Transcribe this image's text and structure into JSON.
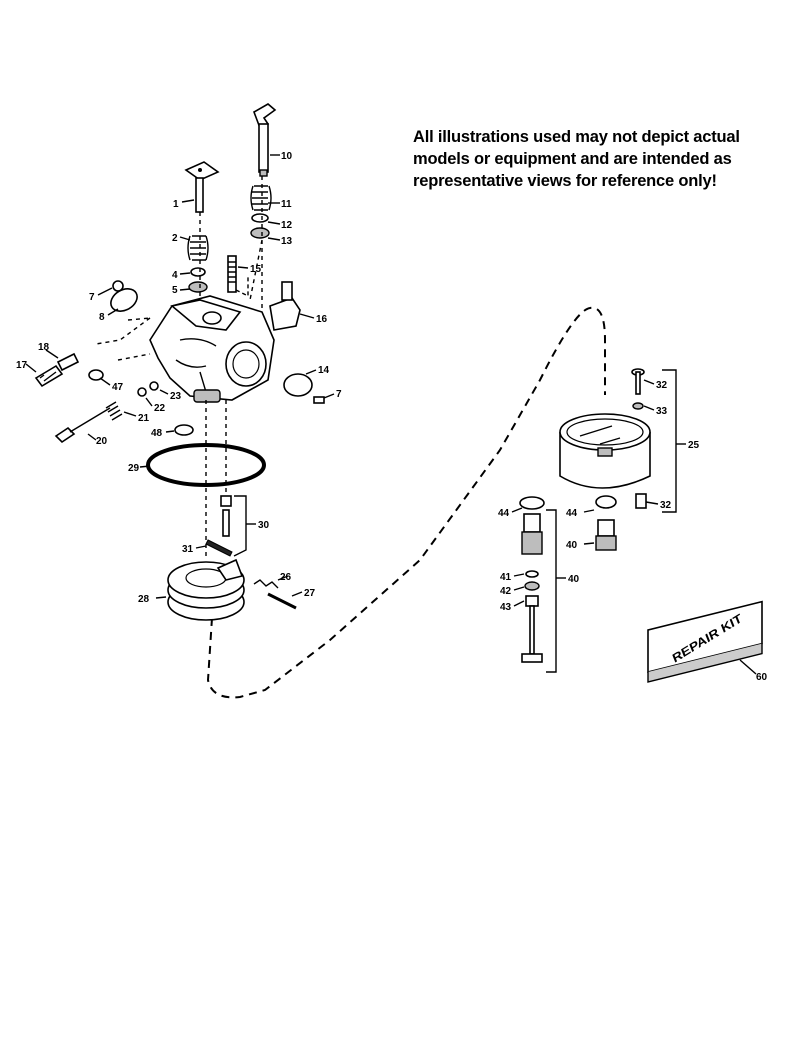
{
  "disclaimer": {
    "line1": "All illustrations used may not depict actual",
    "line2": "models or equipment and are intended as",
    "line3": "representative views for reference only!"
  },
  "repair_kit": {
    "label": "REPAIR KIT",
    "part_no": "60"
  },
  "callouts": {
    "c1": "1",
    "c2": "2",
    "c4": "4",
    "c5": "5",
    "c7a": "7",
    "c7b": "7",
    "c8": "8",
    "c10": "10",
    "c11": "11",
    "c12": "12",
    "c13": "13",
    "c14": "14",
    "c15": "15",
    "c16": "16",
    "c17": "17",
    "c18": "18",
    "c20": "20",
    "c21": "21",
    "c22": "22",
    "c23": "23",
    "c26": "26",
    "c27": "27",
    "c28": "28",
    "c29": "29",
    "c30": "30",
    "c31": "31",
    "c47": "47",
    "c48": "48",
    "c25": "25",
    "c32a": "32",
    "c32b": "32",
    "c33": "33",
    "c44a": "44",
    "c44b": "44",
    "c40a": "40",
    "c40b": "40",
    "c41": "41",
    "c42": "42",
    "c43": "43"
  }
}
